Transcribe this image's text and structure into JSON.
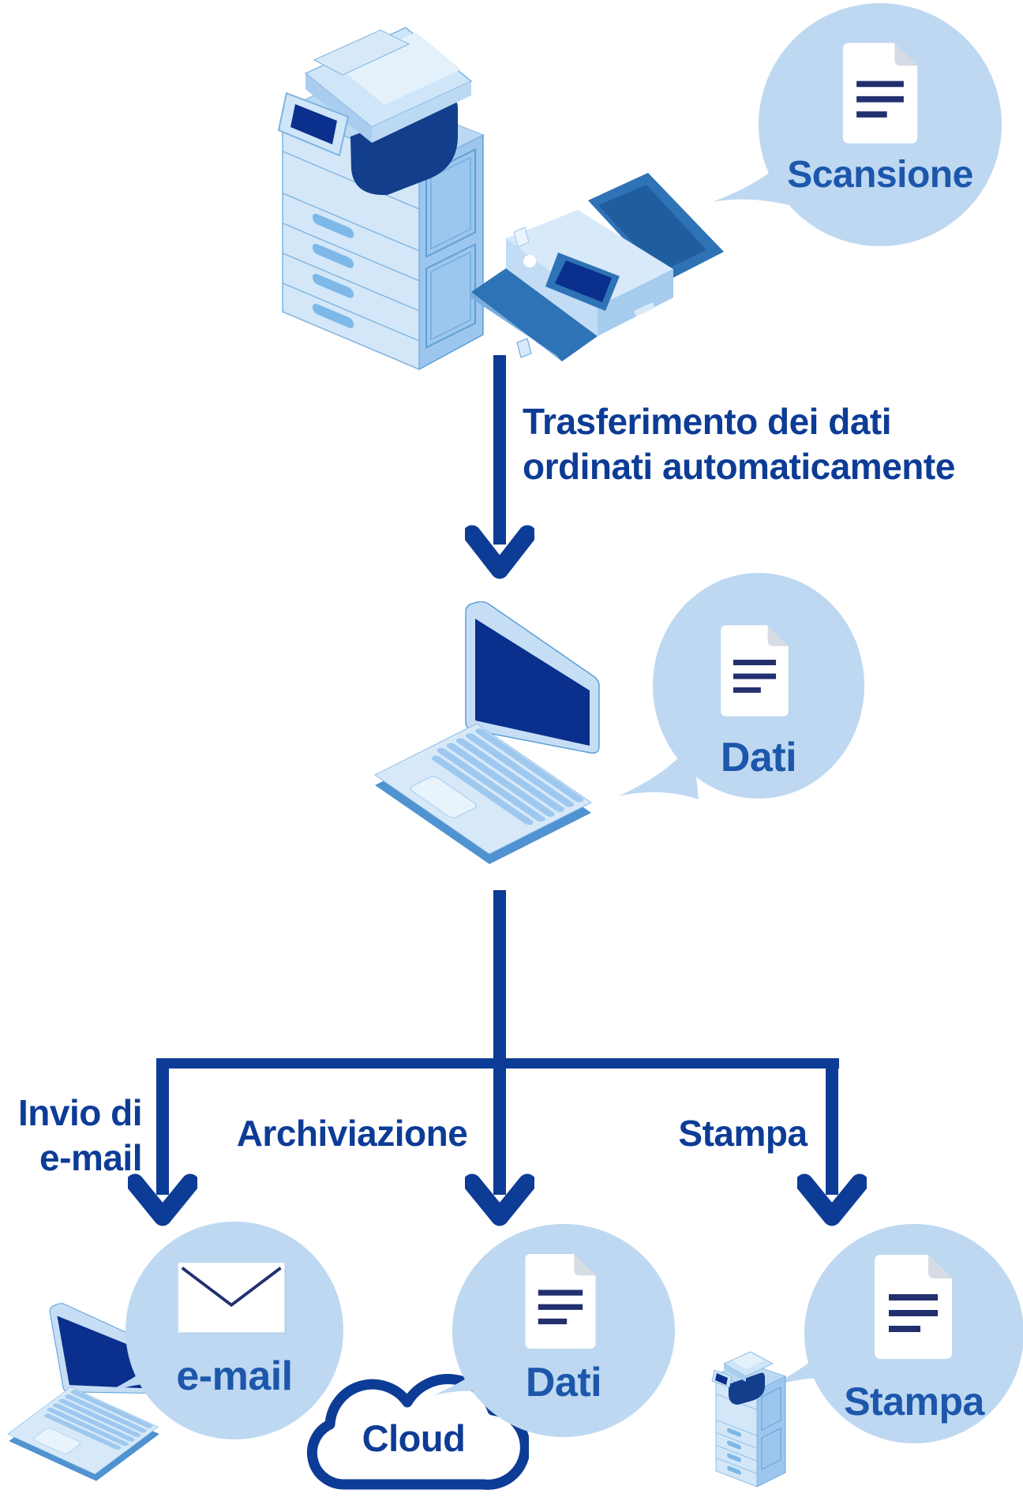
{
  "diagram": {
    "scan_bubble": {
      "label": "Scansione",
      "icon": "document"
    },
    "transfer_label": {
      "line1": "Trasferimento dei dati",
      "line2": "ordinati automaticamente"
    },
    "data_bubble": {
      "label": "Dati",
      "icon": "document"
    },
    "branch_email": {
      "label_line1": "Invio di",
      "label_line2": "e-mail",
      "bubble_label": "e-mail",
      "bubble_icon": "envelope"
    },
    "branch_archive": {
      "label": "Archiviazione",
      "bubble_label": "Dati",
      "bubble_icon": "document",
      "cloud_label": "Cloud"
    },
    "branch_print": {
      "label": "Stampa",
      "bubble_label": "Stampa",
      "bubble_icon": "document"
    }
  },
  "colors": {
    "navy": "#0d3c96",
    "bubble-fill": "#bed8f2",
    "bubble-label": "#1c57ab",
    "doc-line": "#22306f",
    "screen-navy": "#0a2f8c"
  }
}
